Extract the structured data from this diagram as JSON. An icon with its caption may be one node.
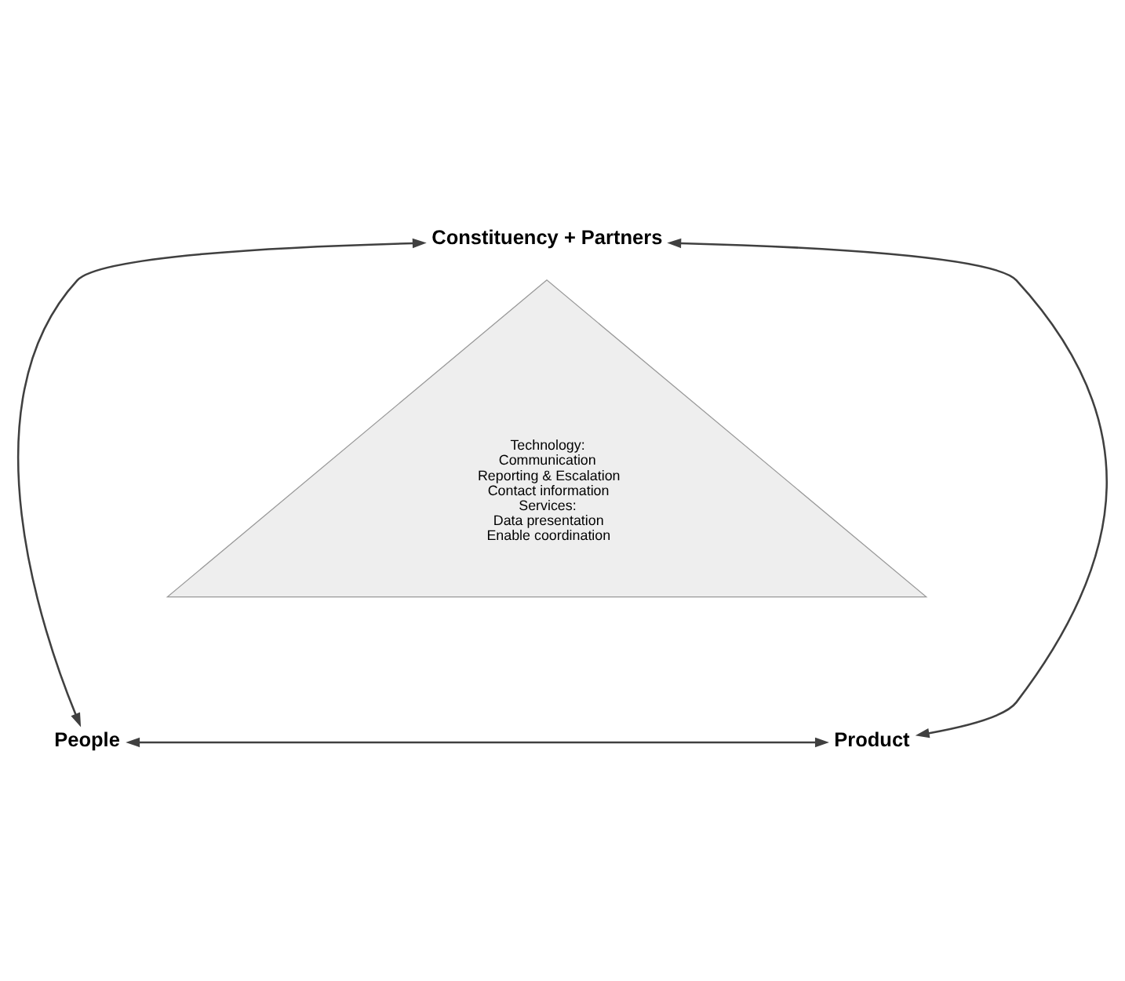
{
  "diagram": {
    "nodes": [
      {
        "text": [
          "Constituency + Partners"
        ]
      },
      {
        "text": [
          "Technology:",
          "Communication",
          "Reporting & Escalation",
          "Contact information",
          "Services:",
          "Data presentation",
          "Enable coordination"
        ]
      },
      {
        "text": [
          "People"
        ]
      },
      {
        "text": [
          "Product"
        ]
      }
    ],
    "edges": [
      {
        "from": 0,
        "to": 2,
        "arrow": "both"
      },
      {
        "from": 0,
        "to": 3,
        "arrow": "both"
      },
      {
        "from": 2,
        "to": 3,
        "arrow": "both"
      }
    ]
  }
}
